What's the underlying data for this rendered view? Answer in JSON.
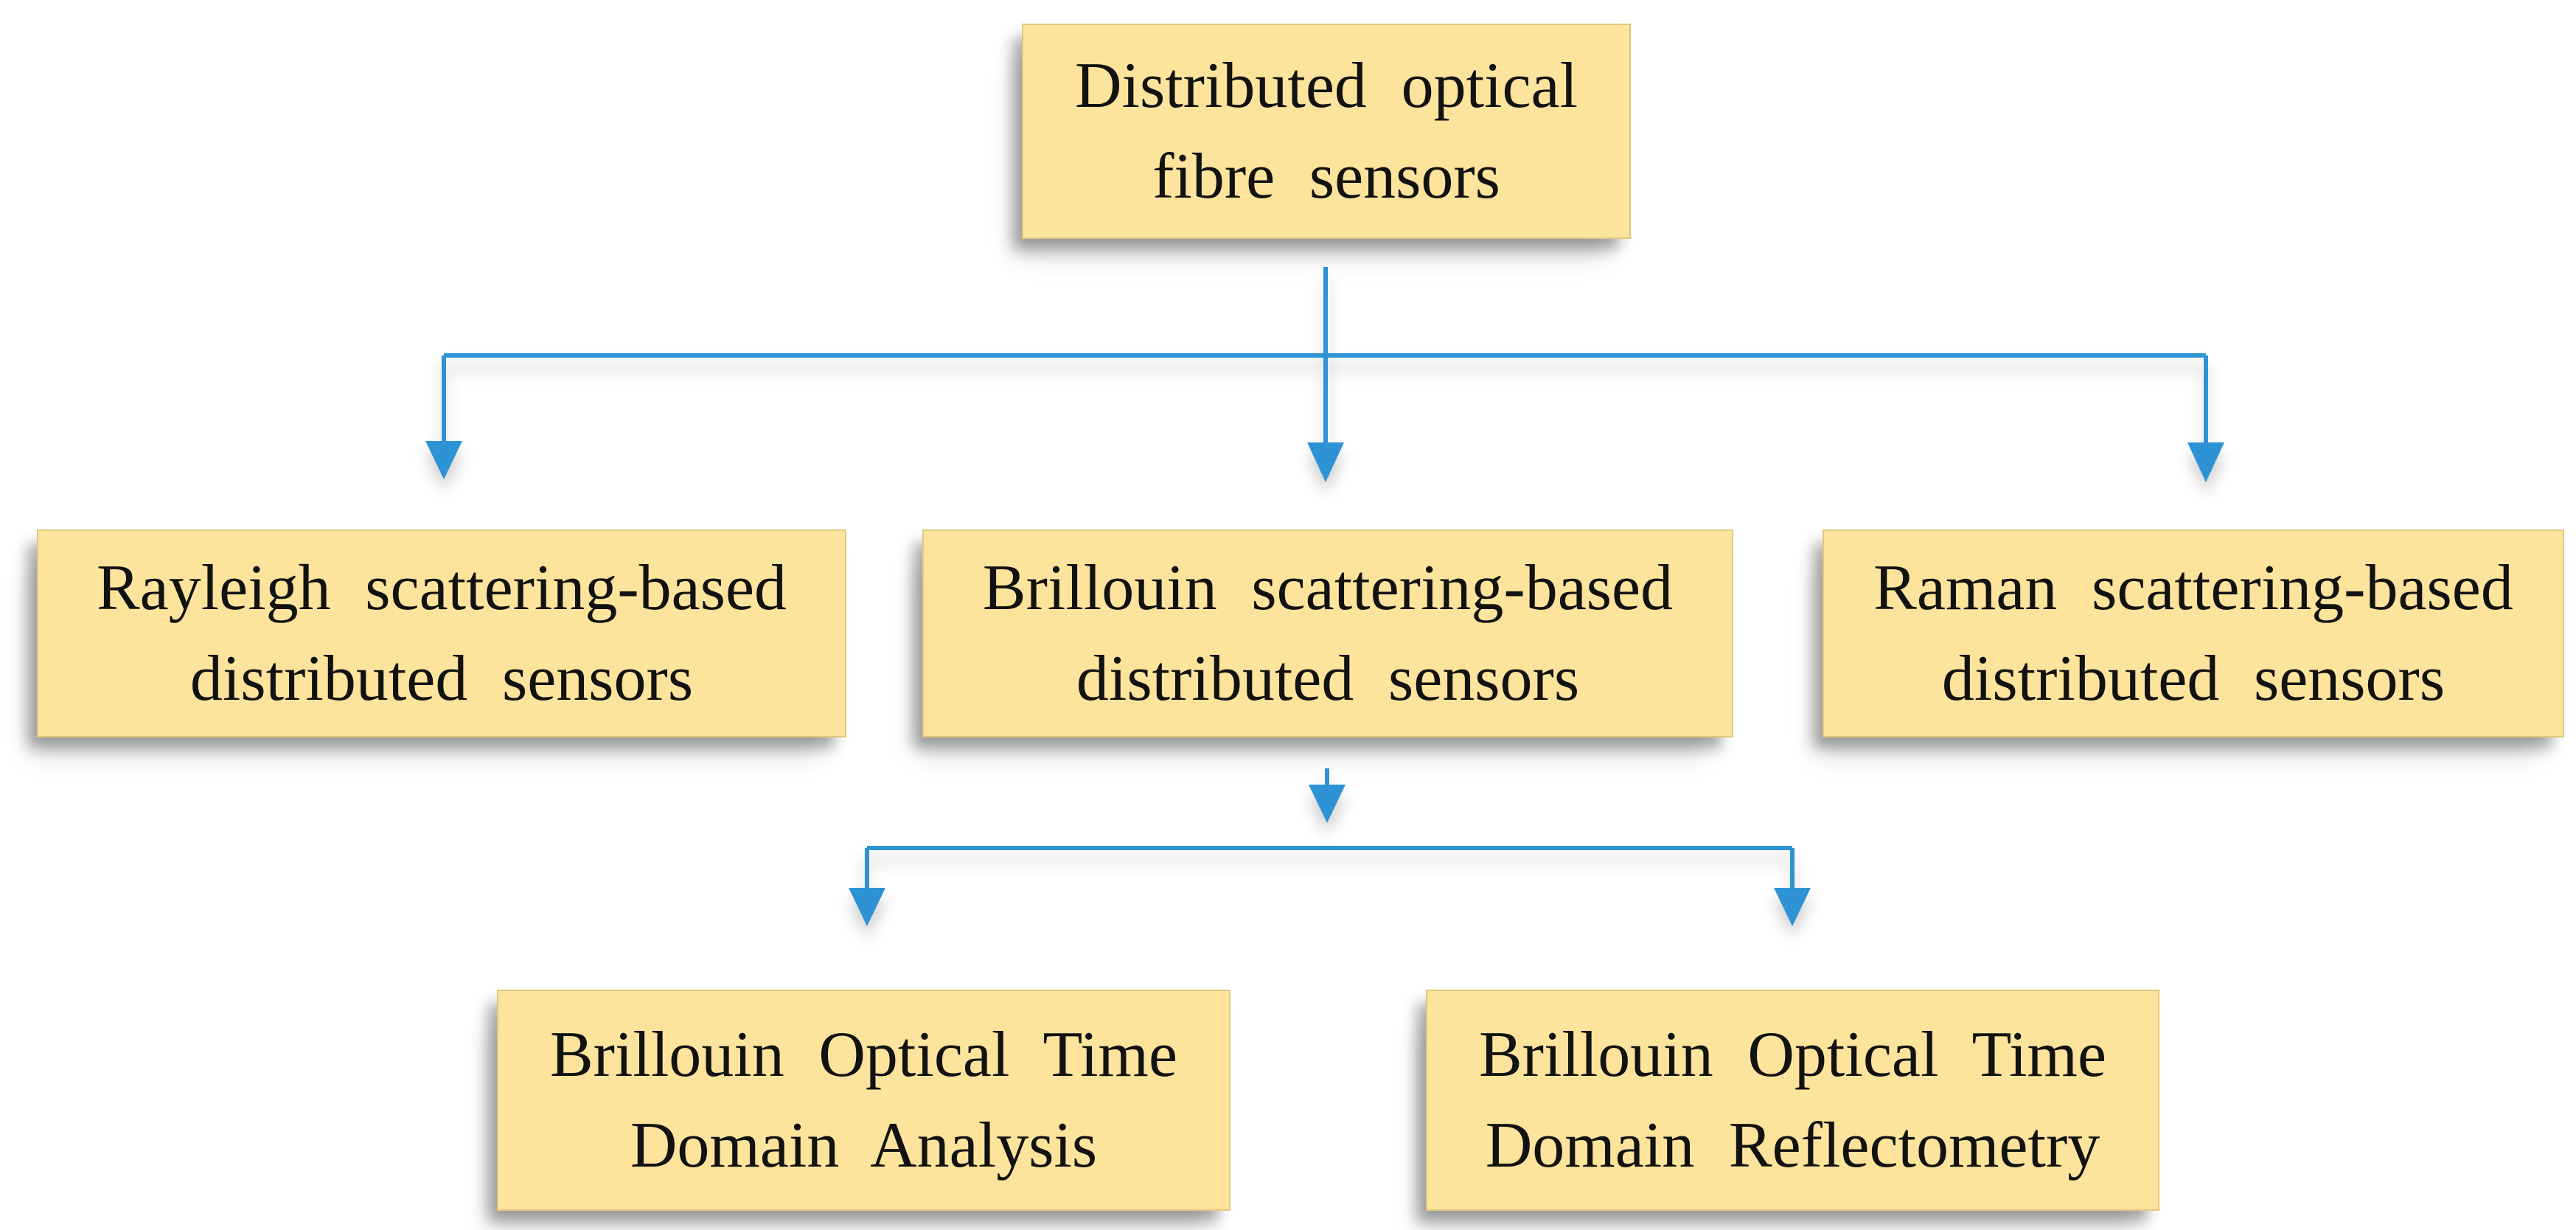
{
  "colors": {
    "background": "#ffffff",
    "box-fill": "#fce49c",
    "box-border": "rgba(180,148,66,0.35)",
    "connector": "#2e93d5",
    "text": "#121212"
  },
  "icons": {
    "connector_arrowhead": "arrow-down-triangle"
  },
  "nodes": {
    "root": {
      "label": "Distributed optical fibre sensors",
      "lines": [
        "Distributed optical",
        "fibre sensors"
      ]
    },
    "rayleigh": {
      "label": "Rayleigh scattering-based distributed sensors",
      "lines": [
        "Rayleigh scattering-based",
        "distributed sensors"
      ]
    },
    "brillouin": {
      "label": "Brillouin scattering-based distributed sensors",
      "lines": [
        "Brillouin scattering-based",
        "distributed sensors"
      ]
    },
    "raman": {
      "label": "Raman scattering-based distributed sensors",
      "lines": [
        "Raman scattering-based",
        "distributed sensors"
      ]
    },
    "botda": {
      "label": "Brillouin Optical Time Domain Analysis",
      "lines": [
        "Brillouin Optical Time",
        "Domain Analysis"
      ]
    },
    "botdr": {
      "label": "Brillouin Optical Time Domain Reflectometry",
      "lines": [
        "Brillouin Optical Time",
        "Domain Reflectometry"
      ]
    }
  },
  "edges": [
    {
      "from": "root",
      "to": "rayleigh"
    },
    {
      "from": "root",
      "to": "brillouin"
    },
    {
      "from": "root",
      "to": "raman"
    },
    {
      "from": "brillouin",
      "to": "botda"
    },
    {
      "from": "brillouin",
      "to": "botdr"
    }
  ]
}
